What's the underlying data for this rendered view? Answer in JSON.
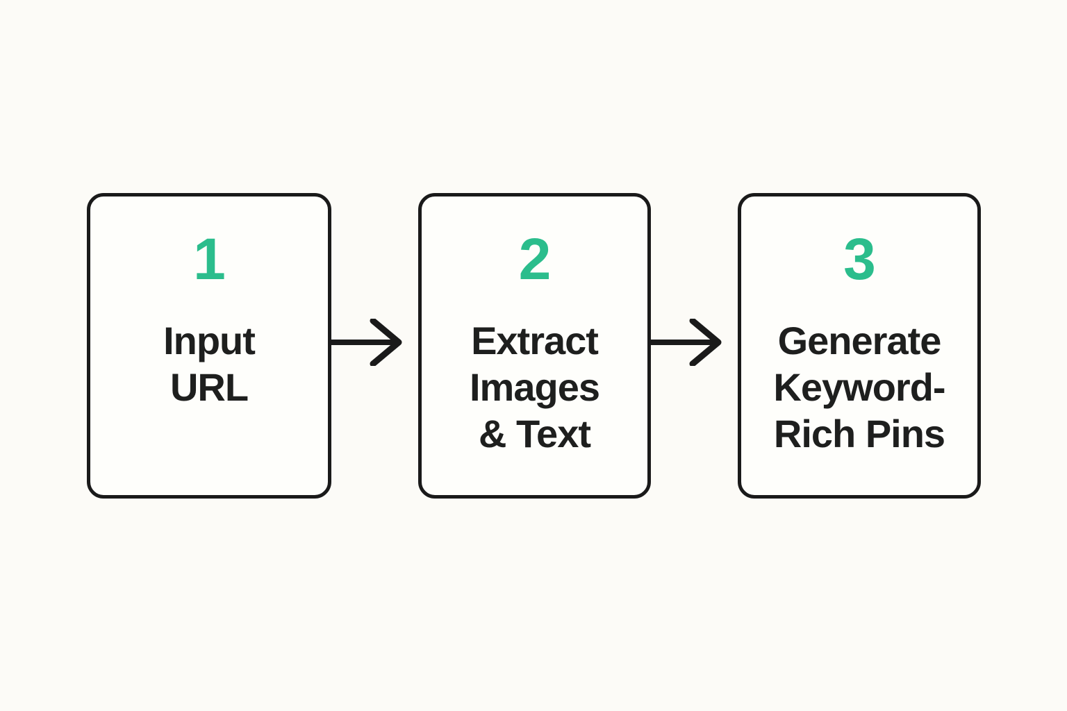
{
  "diagram": {
    "type": "flowchart",
    "direction": "left-to-right",
    "steps": [
      {
        "number": "1",
        "label": "Input URL",
        "lines": [
          "Input",
          "URL"
        ]
      },
      {
        "number": "2",
        "label": "Extract Images & Text",
        "lines": [
          "Extract",
          "Images",
          "& Text"
        ]
      },
      {
        "number": "3",
        "label": "Generate Keyword-Rich Pins",
        "lines": [
          "Generate",
          "Keyword-",
          "Rich Pins"
        ]
      }
    ],
    "connectors": [
      {
        "from": "1",
        "to": "2",
        "shape": "arrow-right"
      },
      {
        "from": "2",
        "to": "3",
        "shape": "arrow-right"
      }
    ]
  },
  "colors": {
    "background": "#FCFBF7",
    "box_background": "#FEFEFB",
    "box_border": "#1A1A1A",
    "label_text": "#1E1F1E",
    "number_accent": "#2BBD8C",
    "arrow": "#1A1A1A"
  }
}
